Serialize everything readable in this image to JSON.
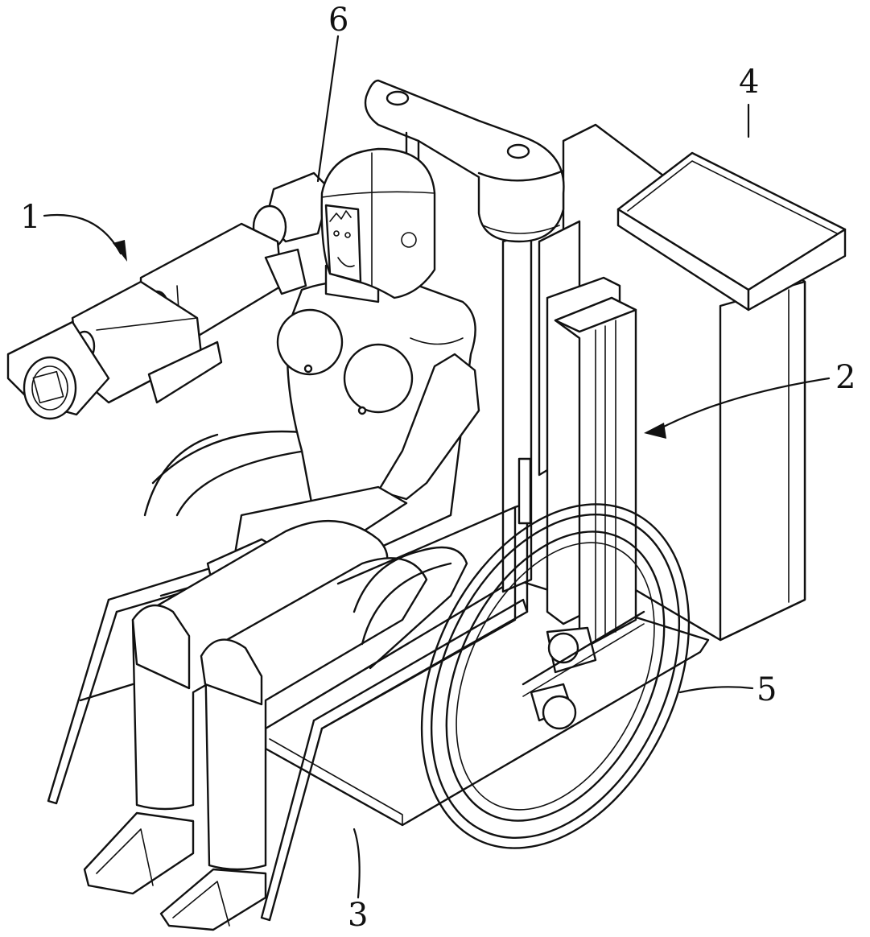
{
  "labels": [
    {
      "id": "1",
      "text": "1"
    },
    {
      "id": "2",
      "text": "2"
    },
    {
      "id": "3",
      "text": "3"
    },
    {
      "id": "4",
      "text": "4"
    },
    {
      "id": "5",
      "text": "5"
    },
    {
      "id": "6",
      "text": "6"
    }
  ],
  "colors": {
    "line": "#111111",
    "background": "#ffffff"
  }
}
